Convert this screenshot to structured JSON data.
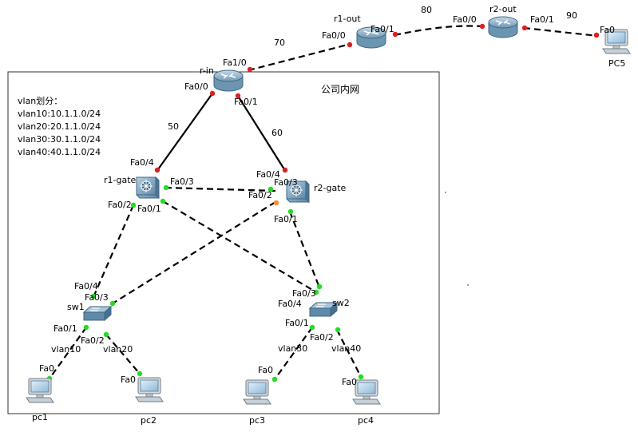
{
  "zone": {
    "label": "公司内网"
  },
  "vlan_plan": {
    "title": "vlan划分：",
    "lines": [
      "vlan10:10.1.1.0/24",
      "vlan20:20.1.1.0/24",
      "vlan30:30.1.1.0/24",
      "vlan40:40.1.1.0/24"
    ]
  },
  "devices": {
    "r_in": {
      "name": "r-in"
    },
    "r1_out": {
      "name": "r1-out"
    },
    "r2_out": {
      "name": "r2-out"
    },
    "pc5": {
      "name": "PC5"
    },
    "r1_gate": {
      "name": "r1-gate"
    },
    "r2_gate": {
      "name": "r2-gate"
    },
    "sw1": {
      "name": "sw1"
    },
    "sw2": {
      "name": "sw2"
    },
    "pc1": {
      "name": "pc1"
    },
    "pc2": {
      "name": "pc2"
    },
    "pc3": {
      "name": "pc3"
    },
    "pc4": {
      "name": "pc4"
    }
  },
  "links": {
    "rin_r1out": {
      "tag": "70",
      "a_port": "Fa1/0",
      "b_port": "Fa0/0"
    },
    "r1out_r2out": {
      "tag": "80",
      "a_port": "Fa0/1",
      "b_port": "Fa0/0"
    },
    "r2out_pc5": {
      "tag": "90",
      "a_port": "Fa0/1",
      "b_port": "Fa0"
    },
    "rin_r1gate": {
      "tag": "50",
      "a_port": "Fa0/0",
      "b_port": "Fa0/4"
    },
    "rin_r2gate": {
      "tag": "60",
      "a_port": "Fa0/1",
      "b_port": "Fa0/4"
    },
    "gates": {
      "a_port": "Fa0/3",
      "b_port": "Fa0/3"
    },
    "r1gate_sw1": {
      "a_port": "Fa0/2",
      "b_port": "Fa0/4"
    },
    "r1gate_sw2": {
      "a_port": "Fa0/1",
      "b_port": "Fa0/3"
    },
    "r2gate_sw1": {
      "a_port": "Fa0/2",
      "b_port": "Fa0/3"
    },
    "r2gate_sw2": {
      "a_port": "Fa0/1",
      "b_port": "Fa0/4"
    },
    "sw1_pc1": {
      "a_port": "Fa0/1",
      "vlan": "vlan10",
      "b_port": "Fa0"
    },
    "sw1_pc2": {
      "a_port": "Fa0/2",
      "vlan": "vlan20",
      "b_port": "Fa0"
    },
    "sw2_pc3": {
      "a_port": "Fa0/1",
      "vlan": "vlan30",
      "b_port": "Fa0"
    },
    "sw2_pc4": {
      "a_port": "Fa0/2",
      "vlan": "vlan40",
      "b_port": "Fa0"
    }
  },
  "colors": {
    "link_up": "#22dd22",
    "link_down": "#dd2020",
    "link_amber": "#ff8c33",
    "device": "#5b93b5"
  }
}
